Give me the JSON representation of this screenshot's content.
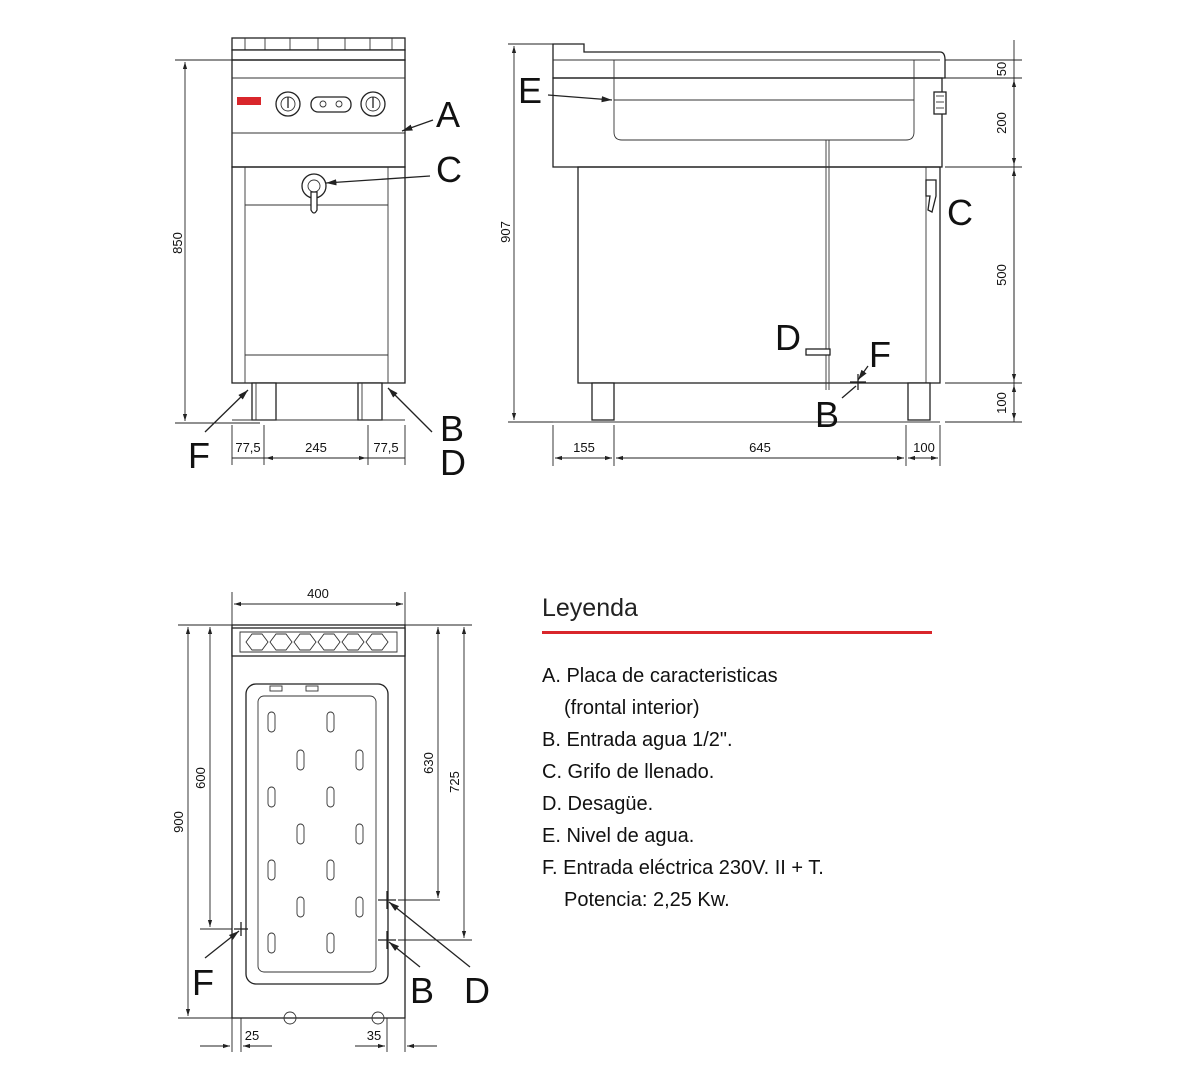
{
  "labels": {
    "A": "A",
    "B": "B",
    "C": "C",
    "D": "D",
    "E": "E",
    "F": "F"
  },
  "front_view": {
    "dims": {
      "height": "850",
      "left_offset": "77,5",
      "center": "245",
      "right_offset": "77,5"
    }
  },
  "side_view": {
    "dims": {
      "total_height": "907",
      "top": "50",
      "upper": "200",
      "middle": "500",
      "bottom": "100",
      "rear": "155",
      "depth": "645",
      "front": "100"
    }
  },
  "top_view": {
    "dims": {
      "width": "400",
      "depth_total": "900",
      "depth_f": "600",
      "depth_d": "630",
      "depth_b": "725",
      "offset_f": "25",
      "offset_b": "35"
    }
  },
  "legend": {
    "title": "Leyenda",
    "items": [
      "A. Placa de caracteristicas",
      "(frontal interior)",
      "B. Entrada agua 1/2\".",
      "C. Grifo de llenado.",
      "D. Desagüe.",
      "E. Nivel de agua.",
      "F. Entrada eléctrica 230V. II + T.",
      "Potencia: 2,25 Kw."
    ]
  },
  "colors": {
    "accent": "#d9262b",
    "line": "#222222"
  }
}
